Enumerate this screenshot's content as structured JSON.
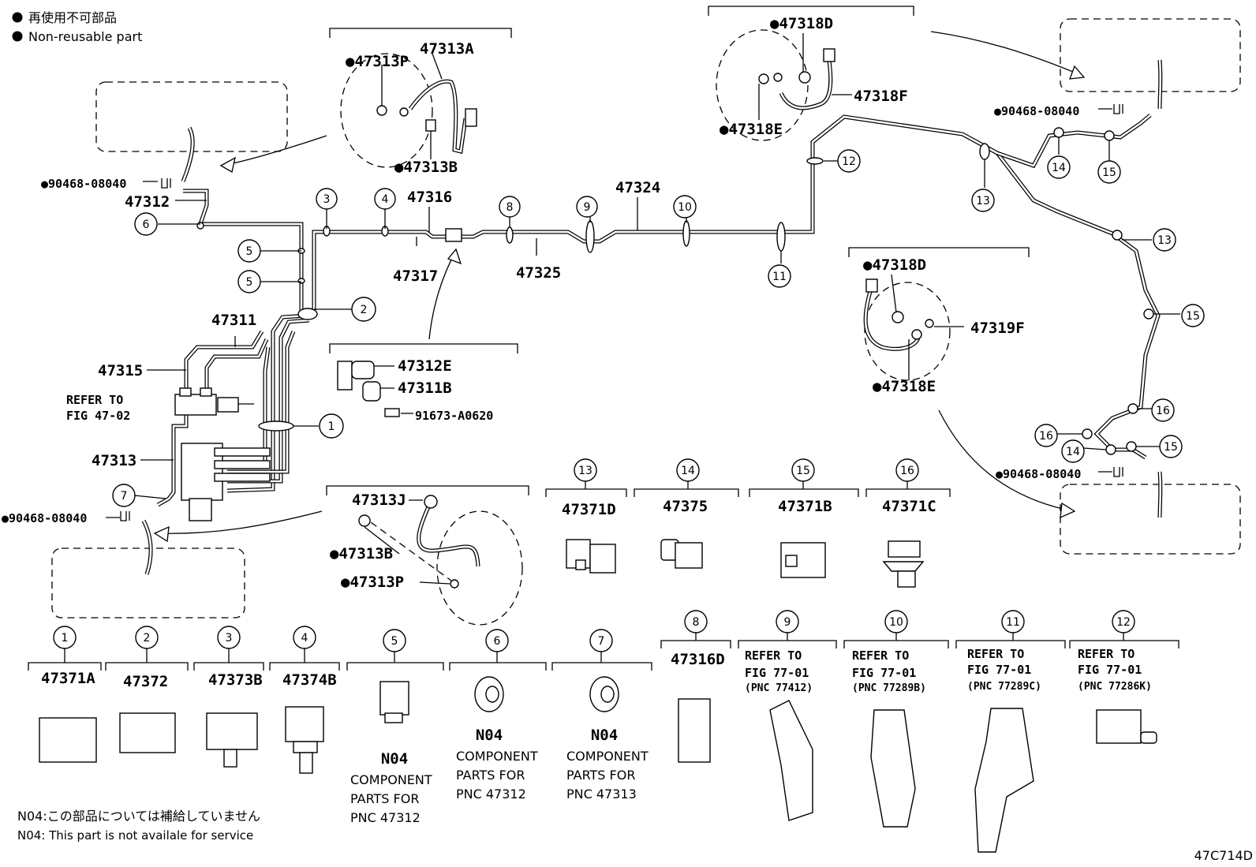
{
  "legend": {
    "dot_jp": "再使用不可部品",
    "dot_en": "Non-reusable part",
    "n04_jp": "N04:この部品については補給していません",
    "n04_en": "N04: This part is not availale for service"
  },
  "figure_code": "47C714D",
  "labels": {
    "p47313A": "47313A",
    "p47313P_top": "●47313P",
    "p47313B_top": "●47313B",
    "p90468_left": "●90468-08040",
    "p47312": "47312",
    "p47316": "47316",
    "p47324": "47324",
    "p47317": "47317",
    "p47325": "47325",
    "p47311": "47311",
    "p47315": "47315",
    "refer_fig_a": "REFER TO",
    "refer_fig_b": "FIG 47-02",
    "p47313": "47313",
    "p90468_lower": "●90468-08040",
    "p47312E": "47312E",
    "p47311B": "47311B",
    "p91673": "91673-A0620",
    "p47313J": "47313J",
    "p47313B_low": "●47313B",
    "p47313P_low": "●47313P",
    "p47318D_top": "●47318D",
    "p47318F": "47318F",
    "p47318E_top": "●47318E",
    "p90468_right_top": "●90468-08040",
    "p47318D_mid": "●47318D",
    "p47319F": "47319F",
    "p47318E_mid": "●47318E",
    "p90468_right_low": "●90468-08040"
  },
  "callouts": [
    {
      "n": "1"
    },
    {
      "n": "2"
    },
    {
      "n": "3"
    },
    {
      "n": "4"
    },
    {
      "n": "5"
    },
    {
      "n": "5"
    },
    {
      "n": "6"
    },
    {
      "n": "7"
    },
    {
      "n": "8"
    },
    {
      "n": "9"
    },
    {
      "n": "10"
    },
    {
      "n": "11"
    },
    {
      "n": "12"
    },
    {
      "n": "13"
    },
    {
      "n": "13"
    },
    {
      "n": "14"
    },
    {
      "n": "15"
    },
    {
      "n": "15"
    },
    {
      "n": "16"
    },
    {
      "n": "16"
    },
    {
      "n": "14"
    },
    {
      "n": "15"
    }
  ],
  "parts_row1": [
    {
      "n": "13",
      "pnc": "47371D"
    },
    {
      "n": "14",
      "pnc": "47375"
    },
    {
      "n": "15",
      "pnc": "47371B"
    },
    {
      "n": "16",
      "pnc": "47371C"
    }
  ],
  "parts_row2": [
    {
      "n": "1",
      "pnc": "47371A"
    },
    {
      "n": "2",
      "pnc": "47372"
    },
    {
      "n": "3",
      "pnc": "47373B"
    },
    {
      "n": "4",
      "pnc": "47374B"
    },
    {
      "n": "5",
      "pnc": "N04",
      "note1": "COMPONENT",
      "note2": "PARTS FOR",
      "note3": "PNC 47312"
    },
    {
      "n": "6",
      "pnc": "N04",
      "note1": "COMPONENT",
      "note2": "PARTS FOR",
      "note3": "PNC 47312"
    },
    {
      "n": "7",
      "pnc": "N04",
      "note1": "COMPONENT",
      "note2": "PARTS FOR",
      "note3": "PNC 47313"
    },
    {
      "n": "8",
      "pnc": "47316D"
    },
    {
      "n": "9",
      "r1": "REFER TO",
      "r2": "FIG 77-01",
      "r3": "(PNC 77412)"
    },
    {
      "n": "10",
      "r1": "REFER TO",
      "r2": "FIG 77-01",
      "r3": "(PNC 77289B)"
    },
    {
      "n": "11",
      "r1": "REFER TO",
      "r2": "FIG 77-01",
      "r3": "(PNC 77289C)"
    },
    {
      "n": "12",
      "r1": "REFER TO",
      "r2": "FIG 77-01",
      "r3": "(PNC 77286K)"
    }
  ]
}
